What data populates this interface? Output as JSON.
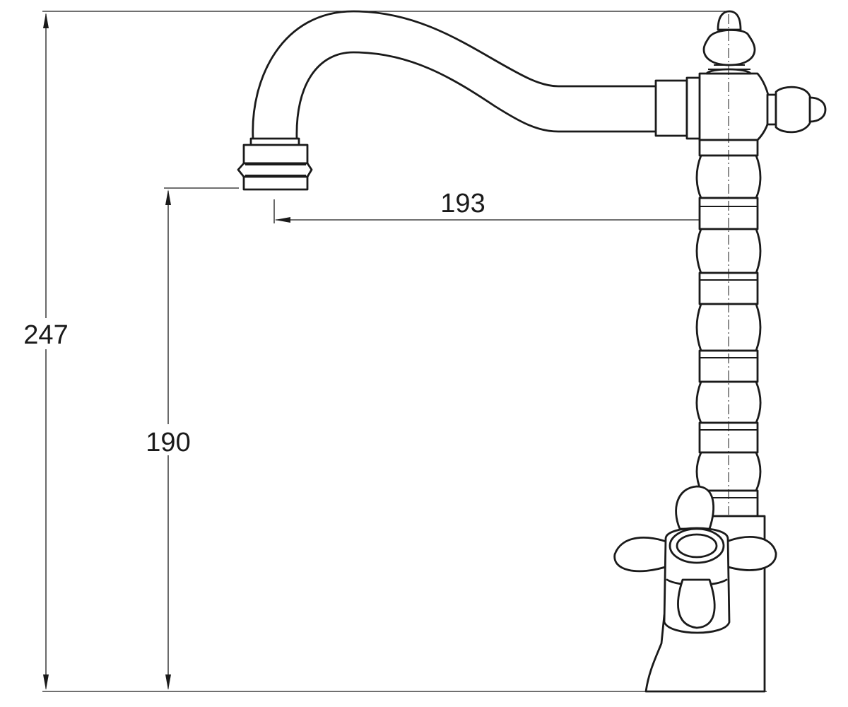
{
  "dimensions": {
    "total_height": "247",
    "spout_height": "190",
    "spout_reach": "193"
  },
  "colors": {
    "stroke": "#1a1a1a",
    "background": "#ffffff"
  }
}
